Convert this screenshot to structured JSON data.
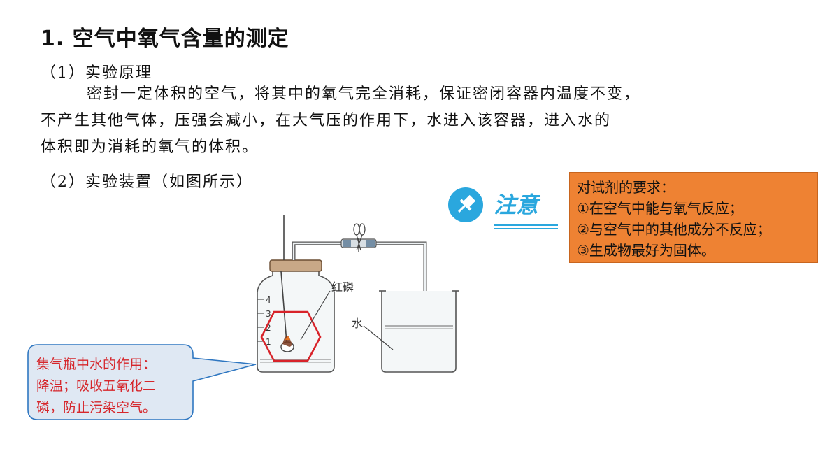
{
  "title": "1. 空气中氧气含量的测定",
  "section1": "（1）实验原理",
  "principle_lines": [
    "密封一定体积的空气，将其中的氧气完全消耗，保证密闭容器内温度不变，",
    "不产生其他气体，压强会减小，在大气压的作用下，水进入该容器，进入水的",
    "体积即为消耗的氧气的体积。"
  ],
  "section2": "（2）实验装置（如图所示）",
  "notice_label": "注意",
  "note_box": {
    "heading": "对试剂的要求：",
    "items": [
      "①在空气中能与氧气反应；",
      "②与空气中的其他成分不反应；",
      "③生成物最好为固体。"
    ]
  },
  "callout": {
    "lines": [
      "集气瓶中水的作用：",
      "降温；吸收五氧化二",
      "磷，防止污染空气。"
    ]
  },
  "apparatus": {
    "label_phosphorus": "红磷",
    "label_water": "水",
    "scale_marks": [
      "4",
      "3",
      "2",
      "1"
    ]
  },
  "colors": {
    "note_bg": "#ee8233",
    "callout_bg": "#dfe8f3",
    "callout_border": "#2f77c1",
    "callout_text": "#d6262b",
    "notice_blue": "#2aa7de",
    "hexagon": "#d8232a"
  }
}
